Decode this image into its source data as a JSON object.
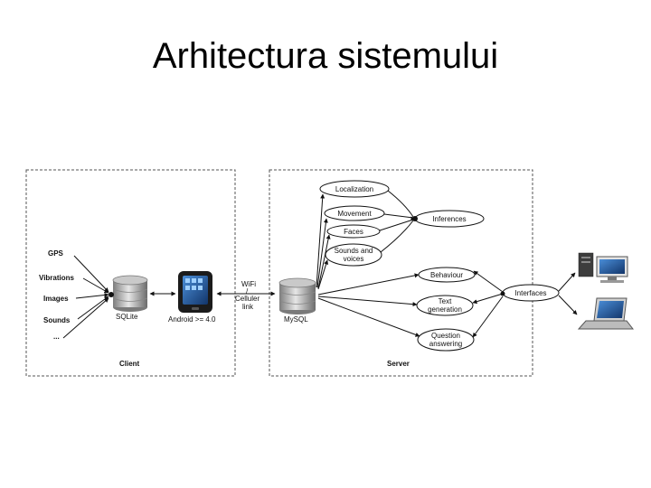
{
  "title": "Arhitectura sistemului",
  "client": {
    "label": "Client",
    "inputs": [
      "GPS",
      "Vibrations",
      "Images",
      "Sounds",
      "..."
    ],
    "db_label": "SQLite",
    "device_label": "Android >= 4.0"
  },
  "link": {
    "line1": "WiFi",
    "line2": "/",
    "line3": "Celluler",
    "line4": "link"
  },
  "server": {
    "label": "Server",
    "db_label": "MySQL",
    "nodes": {
      "localization": "Localization",
      "movement": "Movement",
      "faces": "Faces",
      "sounds_line1": "Sounds and",
      "sounds_line2": "voices",
      "inferences": "Inferences",
      "behaviour": "Behaviour",
      "text_line1": "Text",
      "text_line2": "generation",
      "qa_line1": "Question",
      "qa_line2": "answering",
      "interfaces": "Interfaces"
    }
  },
  "icons": [
    "database-icon",
    "smartphone-icon",
    "desktop-computer-icon",
    "laptop-icon"
  ]
}
